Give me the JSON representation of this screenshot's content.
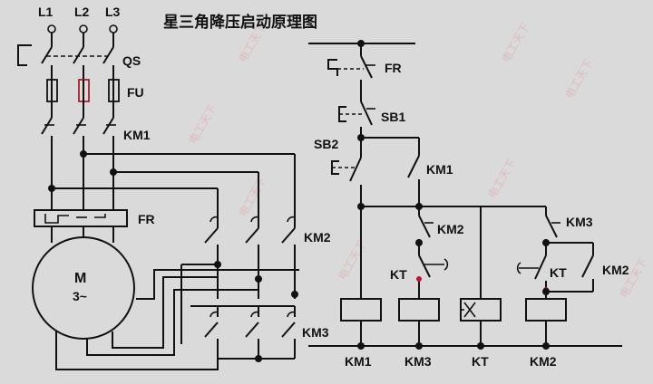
{
  "title": "星三角降压启动原理图",
  "labels": {
    "l1": "L1",
    "l2": "L2",
    "l3": "L3",
    "qs": "QS",
    "fu": "FU",
    "km1_main": "KM1",
    "fr_main": "FR",
    "motor_m": "M",
    "motor_3": "3~",
    "km2_main": "KM2",
    "km3_main": "KM3",
    "fr_ctrl": "FR",
    "sb1": "SB1",
    "sb2": "SB2",
    "km1_aux": "KM1",
    "km2_nc": "KM2",
    "kt_nc": "KT",
    "km3_nc": "KM3",
    "kt_no": "KT",
    "km2_aux": "KM2",
    "coil_km1": "KM1",
    "coil_km3": "KM3",
    "coil_kt": "KT",
    "coil_km2": "KM2"
  },
  "watermark": "电工天下",
  "colors": {
    "background": "#d9dad9",
    "ink": "#111111",
    "accent": "#c8102e"
  }
}
